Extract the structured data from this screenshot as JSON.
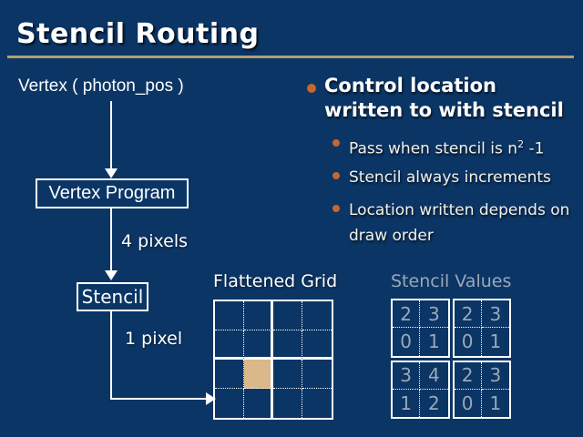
{
  "slide": {
    "title": "Stencil Routing"
  },
  "flowchart": {
    "input_label": "Vertex ( photon_pos )",
    "vertex_program_label": "Vertex Program",
    "stencil_label": "Stencil",
    "edge_label_1": "4 pixels",
    "edge_label_2": "1 pixel"
  },
  "bullets": {
    "main": "Control location written to with stencil",
    "sub": [
      {
        "prefix": "Pass when stencil is n",
        "sup": "2",
        "suffix": " -1"
      },
      {
        "text": "Stencil always increments"
      },
      {
        "text": "Location written depends on draw order"
      }
    ]
  },
  "flattened_grid": {
    "title": "Flattened Grid",
    "rows": 4,
    "cols": 4,
    "highlighted_cell": {
      "row": 2,
      "col": 1
    }
  },
  "stencil_values": {
    "title": "Stencil Values",
    "cells": [
      2,
      3,
      2,
      3,
      0,
      1,
      0,
      1,
      3,
      4,
      2,
      3,
      1,
      2,
      0,
      1
    ]
  },
  "colors": {
    "background": "#0B3565",
    "rule_gold": "#B3A072",
    "highlight_tan": "#D9B88A",
    "bullet_orange": "#C5672F",
    "muted_gray": "#9AA8B8",
    "text_white": "#FFFFFF"
  }
}
